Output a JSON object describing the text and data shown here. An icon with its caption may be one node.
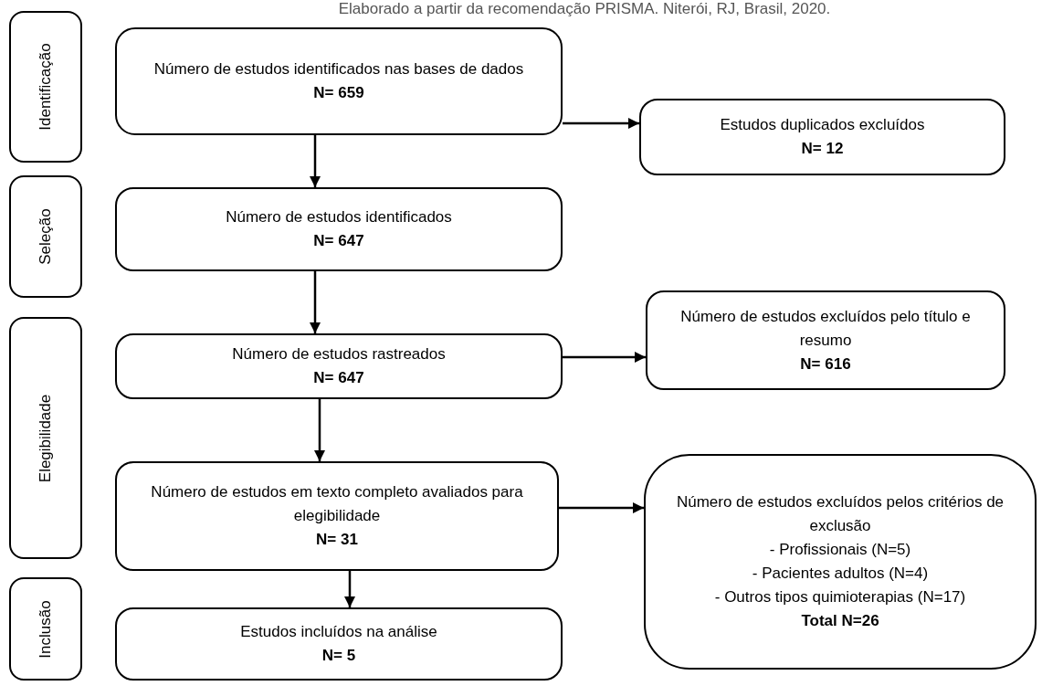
{
  "diagram": {
    "caption": "Elaborado a partir da recomendação PRISMA. Niterói, RJ, Brasil, 2020.",
    "nodes": [
      {
        "text": [
          "Identificação"
        ]
      },
      {
        "text": [
          "Seleção"
        ]
      },
      {
        "text": [
          "Elegibilidade"
        ]
      },
      {
        "text": [
          "Inclusão"
        ]
      },
      {
        "text": [
          "Número de estudos identificados nas bases de dados",
          "N= 659"
        ]
      },
      {
        "text": [
          "Estudos duplicados excluídos",
          "N= 12"
        ]
      },
      {
        "text": [
          "Número de estudos identificados",
          "N= 647"
        ]
      },
      {
        "text": [
          "Número de estudos rastreados",
          "N= 647"
        ]
      },
      {
        "text": [
          "Número de estudos excluídos pelo título e resumo",
          "N= 616"
        ]
      },
      {
        "text": [
          "Número de estudos em texto completo avaliados para elegibilidade",
          "N= 31"
        ]
      },
      {
        "text": [
          "Número de estudos excluídos pelos critérios de exclusão",
          "- Profissionais (N=5)",
          "- Pacientes adultos (N=4)",
          "- Outros tipos quimioterapias (N=17)",
          "Total N=26"
        ]
      },
      {
        "text": [
          "Estudos incluídos na análise",
          "N= 5"
        ]
      }
    ],
    "edges": [
      {
        "from": 4,
        "to": 6,
        "arrow": "to"
      },
      {
        "from": 4,
        "to": 5,
        "arrow": "to"
      },
      {
        "from": 6,
        "to": 7,
        "arrow": "to"
      },
      {
        "from": 7,
        "to": 8,
        "arrow": "to"
      },
      {
        "from": 7,
        "to": 9,
        "arrow": "to"
      },
      {
        "from": 9,
        "to": 10,
        "arrow": "to"
      },
      {
        "from": 9,
        "to": 11,
        "arrow": "to"
      }
    ]
  }
}
